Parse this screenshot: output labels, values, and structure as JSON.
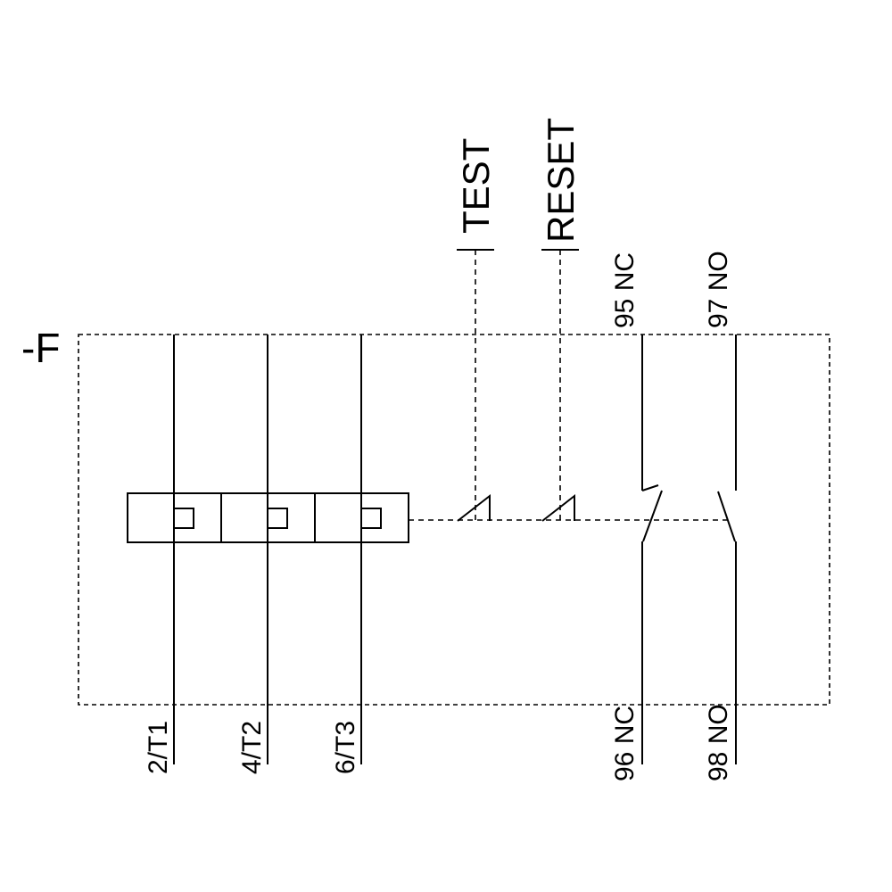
{
  "colors": {
    "background": "#ffffff",
    "line": "#000000",
    "text": "#000000"
  },
  "device": {
    "designation": "-F",
    "kind": "thermal-overload-relay-schematic"
  },
  "controls": {
    "test": {
      "label": "TEST"
    },
    "reset": {
      "label": "RESET"
    }
  },
  "power_terminals": [
    {
      "label": "2/T1"
    },
    {
      "label": "4/T2"
    },
    {
      "label": "6/T3"
    }
  ],
  "aux_contacts": [
    {
      "type": "NC",
      "top_label": "95 NC",
      "bottom_label": "96 NC"
    },
    {
      "type": "NO",
      "top_label": "97 NO",
      "bottom_label": "98 NO"
    }
  ]
}
